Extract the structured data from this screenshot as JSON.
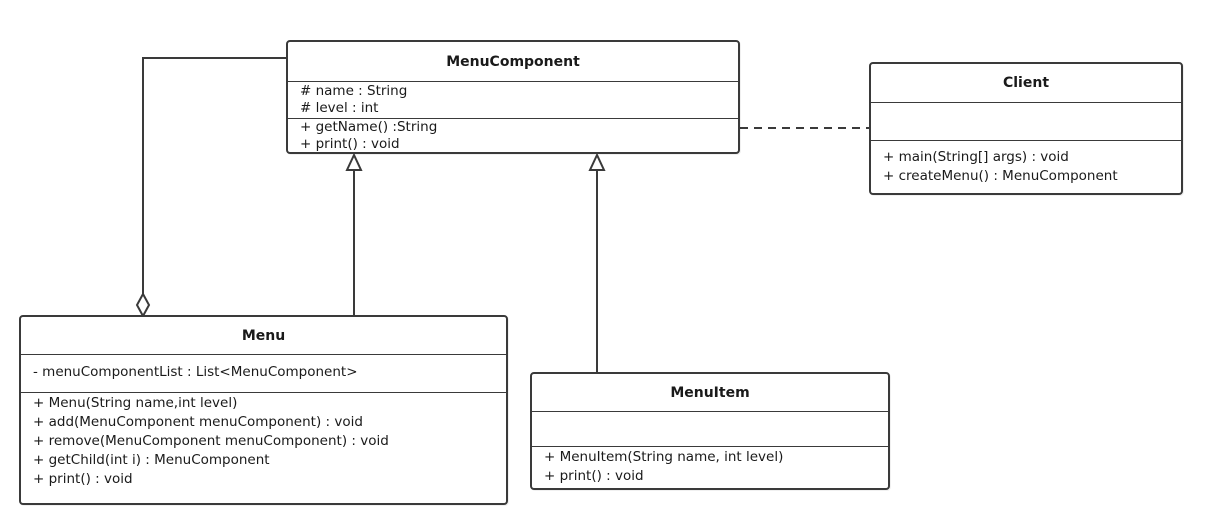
{
  "classes": {
    "menu_component": {
      "name": "MenuComponent",
      "attributes": [
        "# name : String",
        "# level : int"
      ],
      "operations": [
        "+ getName() :String",
        "+ print() : void"
      ]
    },
    "client": {
      "name": "Client",
      "attributes": [],
      "operations": [
        "+ main(String[] args) : void",
        "+ createMenu() : MenuComponent"
      ]
    },
    "menu": {
      "name": "Menu",
      "attributes": [
        "- menuComponentList : List<MenuComponent>"
      ],
      "operations": [
        "+ Menu(String name,int level)",
        "+ add(MenuComponent menuComponent) : void",
        "+ remove(MenuComponent menuComponent) : void",
        "+ getChild(int i) : MenuComponent",
        "+ print() : void"
      ]
    },
    "menu_item": {
      "name": "MenuItem",
      "attributes": [],
      "operations": [
        "+ MenuItem(String name, int level)",
        "+ print() : void"
      ]
    }
  },
  "relationships": [
    {
      "type": "dependency",
      "from": "Client",
      "to": "MenuComponent"
    },
    {
      "type": "aggregation",
      "from": "MenuComponent",
      "to": "Menu"
    },
    {
      "type": "generalization",
      "from": "Menu",
      "to": "MenuComponent"
    },
    {
      "type": "generalization",
      "from": "MenuItem",
      "to": "MenuComponent"
    }
  ],
  "colors": {
    "stroke": "#3a3a3a",
    "background": "#ffffff",
    "text": "#1a1a1a"
  }
}
